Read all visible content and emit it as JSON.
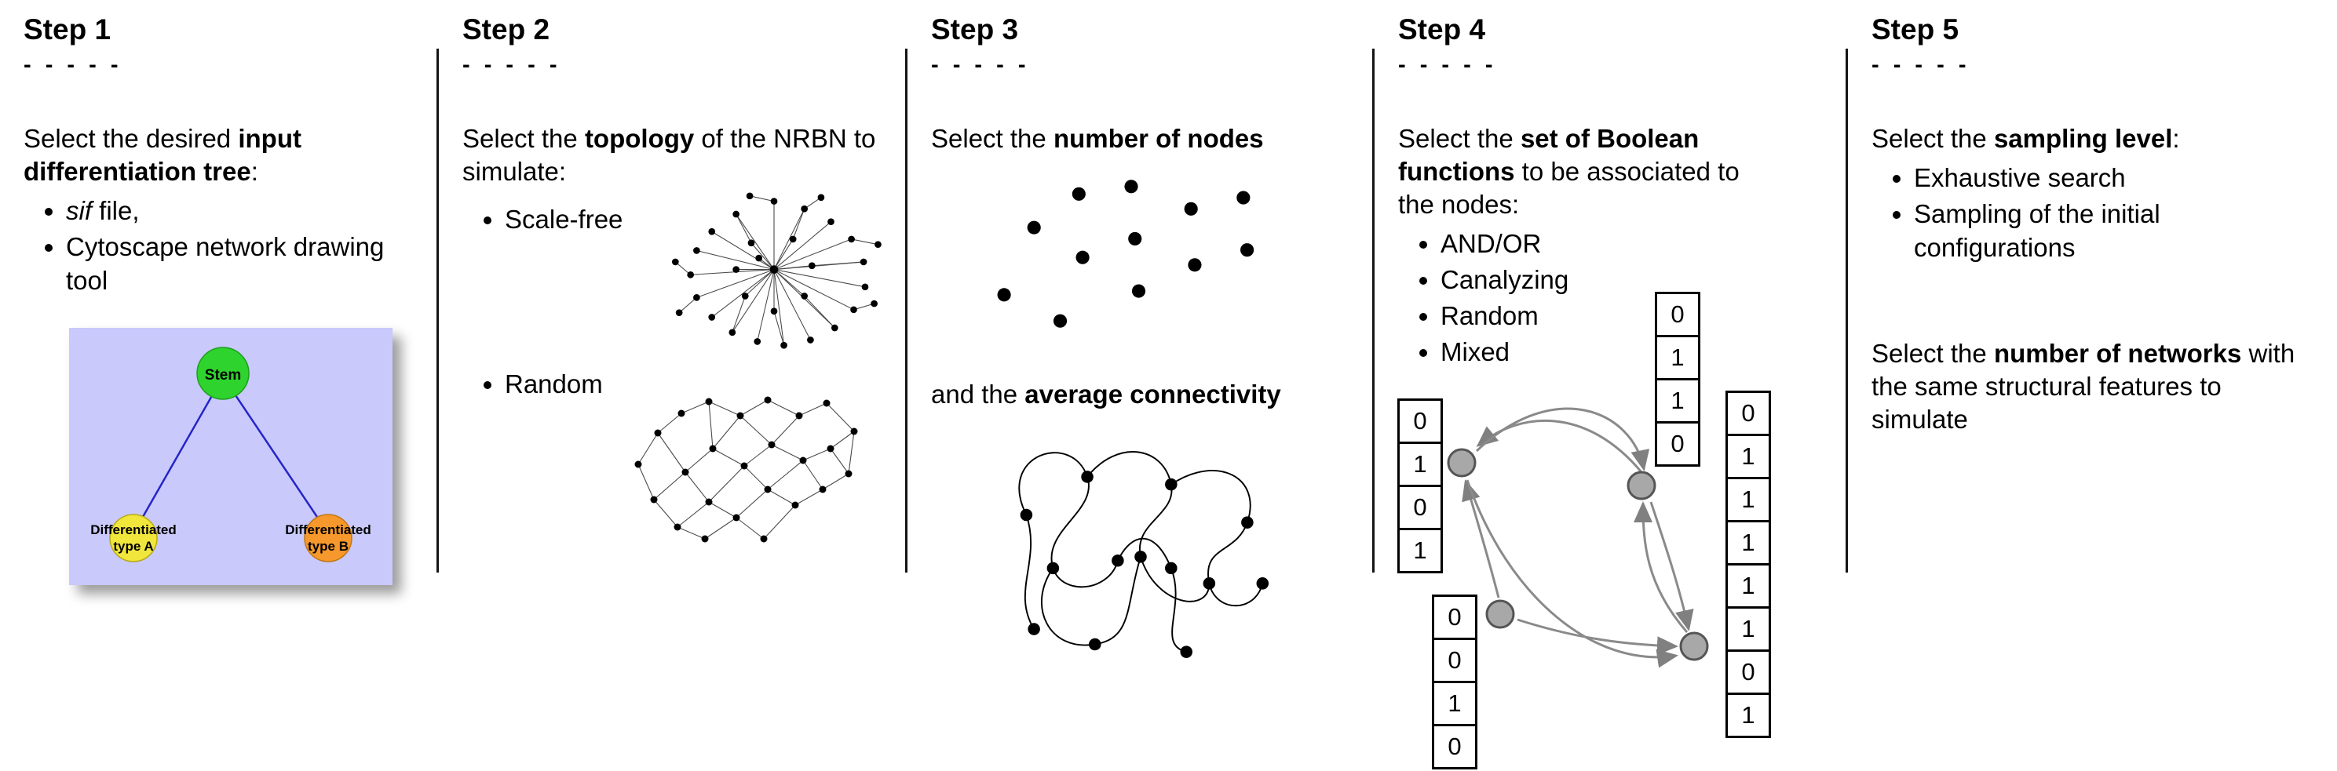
{
  "step1": {
    "title": "Step 1",
    "dashes": "- - - - -",
    "intro_pre": "Select the desired ",
    "intro_bold": "input differentiation tree",
    "intro_post": ":",
    "bullet1_italic": "sif",
    "bullet1_rest": " file,",
    "bullet2": "Cytoscape network drawing tool",
    "tree": {
      "root_label": "Stem",
      "left_label_line1": "Differentiated",
      "left_label_line2": "type A",
      "right_label_line1": "Differentiated",
      "right_label_line2": "type B"
    },
    "colors": {
      "panel_bg": "#c9c9fb",
      "root_fill": "#2ed32e",
      "left_fill": "#f0e63c",
      "right_fill": "#f6982b",
      "edge_blue": "#2525c8"
    }
  },
  "step2": {
    "title": "Step 2",
    "dashes": "- - - - -",
    "intro_pre": "Select the ",
    "intro_bold": "topology",
    "intro_post": " of the NRBN to simulate:",
    "bullet1": "Scale-free",
    "bullet2": "Random"
  },
  "step3": {
    "title": "Step 3",
    "dashes": "- - - - -",
    "line1_pre": "Select the ",
    "line1_bold": "number of nodes",
    "line2_pre": "and the ",
    "line2_bold": "average connectivity"
  },
  "step4": {
    "title": "Step 4",
    "dashes": "- - - - -",
    "intro_pre": "Select the ",
    "intro_bold": "set of Boolean functions",
    "intro_post": " to be associated to the nodes:",
    "bullets": [
      "AND/OR",
      "Canalyzing",
      "Random",
      "Mixed"
    ],
    "truth_tables": {
      "top": [
        "0",
        "1",
        "1",
        "0"
      ],
      "left": [
        "0",
        "1",
        "0",
        "1"
      ],
      "bottom": [
        "0",
        "0",
        "1",
        "0"
      ],
      "right": [
        "0",
        "1",
        "1",
        "1",
        "1",
        "1",
        "0",
        "1"
      ]
    }
  },
  "step5": {
    "title": "Step 5",
    "dashes": "- - - - -",
    "intro_pre": "Select the ",
    "intro_bold": "sampling level",
    "intro_post": ":",
    "bullet1": "Exhaustive search",
    "bullet2": "Sampling of the initial configurations",
    "para2_pre": "Select the ",
    "para2_bold": "number of networks",
    "para2_post": " with the same structural features to simulate"
  }
}
